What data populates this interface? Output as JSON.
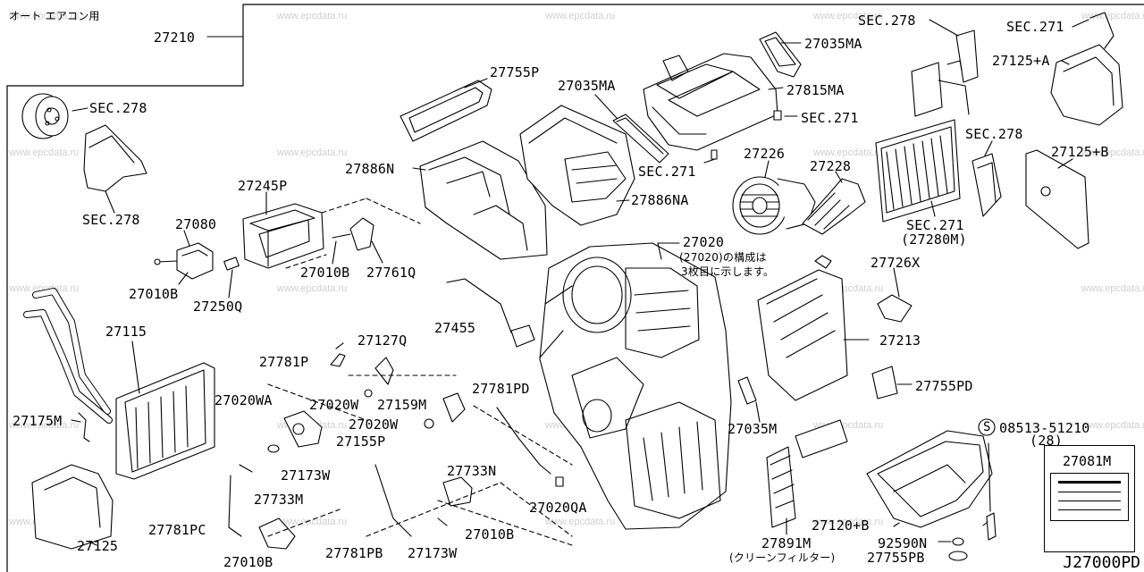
{
  "header": {
    "title": "オート エアコン用"
  },
  "diagram_id": "J27000PD",
  "watermark": "www.epcdata.ru",
  "labels": {
    "p27210": "27210",
    "sec278_a": "SEC.278",
    "sec278_b": "SEC.278",
    "p27245P": "27245P",
    "p27080": "27080",
    "p27010B_a": "27010B",
    "p27250Q": "27250Q",
    "p27010B_b": "27010B",
    "p27761Q": "27761Q",
    "p27755P": "27755P",
    "p27035MA_a": "27035MA",
    "p27886N": "27886N",
    "p27886NA": "27886NA",
    "sec271_a": "SEC.271",
    "p27035MA_b": "27035MA",
    "p27815MA": "27815MA",
    "sec271_b": "SEC.271",
    "p27226": "27226",
    "p27228": "27228",
    "sec278_c": "SEC.278",
    "sec271_c": "SEC.271",
    "p27125A": "27125+A",
    "sec278_d": "SEC.278",
    "p27125B": "27125+B",
    "sec271_d": "SEC.271",
    "p27280M": "(27280M)",
    "p27020": "27020",
    "note1": "(27020)の構成は",
    "note2": "3枚目に示します。",
    "p27726X": "27726X",
    "p27455": "27455",
    "p27213": "27213",
    "p27115": "27115",
    "p27781P": "27781P",
    "p27127Q": "27127Q",
    "p27020W_a": "27020W",
    "p27159M": "27159M",
    "p27781PD": "27781PD",
    "p27755PD_a": "27755PD",
    "p27020WA": "27020WA",
    "p27020W_b": "27020W",
    "p27155P": "27155P",
    "p27035M": "27035M",
    "p08513": "08513-51210",
    "p08513_qty": "(28)",
    "p27175M": "27175M",
    "p27173W_a": "27173W",
    "p27733N": "27733N",
    "p27020QA": "27020QA",
    "p27081M": "27081M",
    "p27733M": "27733M",
    "p27125": "27125",
    "p27781PC": "27781PC",
    "p27010B_c": "27010B",
    "p27120B": "27120+B",
    "p27010B_d": "27010B",
    "p27781PB": "27781PB",
    "p27173W_b": "27173W",
    "p27891M": "27891M",
    "p92590N": "92590N",
    "filter": "(クリーンフィルター)",
    "p27755PB": "27755PB",
    "circle_s": "S"
  }
}
